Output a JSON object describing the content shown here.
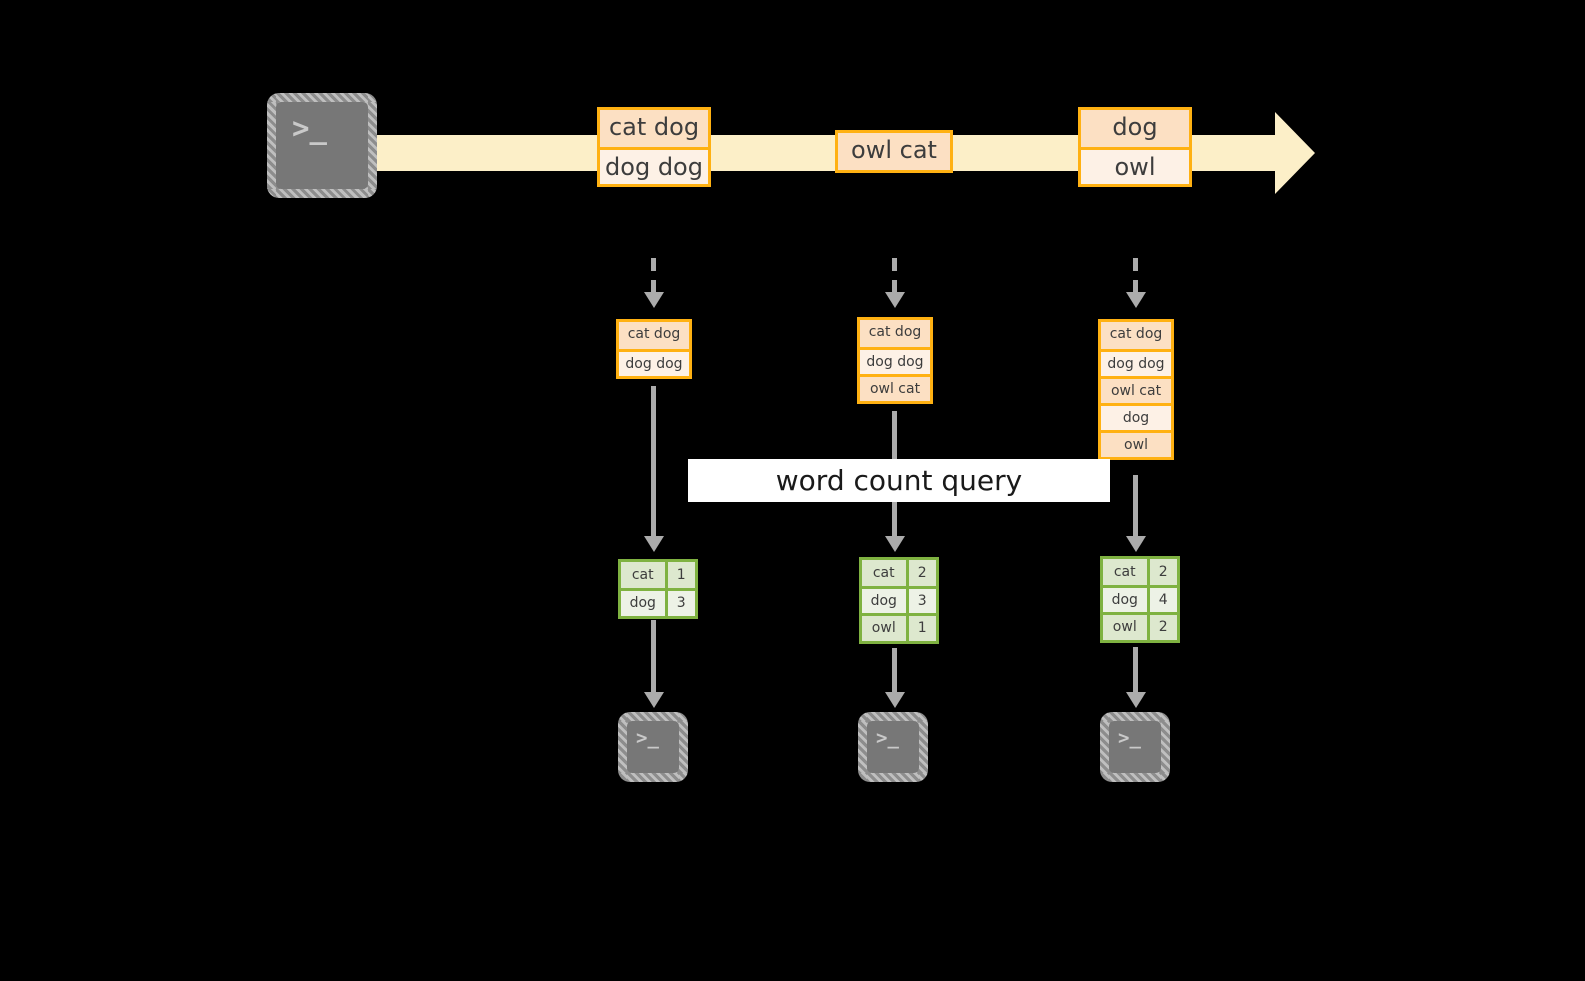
{
  "diagram": {
    "title": "word count query",
    "colors": {
      "record_border": "#FFB112",
      "record_fill_dark": "#FCE0C3",
      "record_fill_light": "#FDF1E6",
      "timeline_band": "#FCEFC8",
      "result_border": "#7FB241",
      "result_fill_dark": "#DDE8CE",
      "result_fill_light": "#EDF2E6",
      "arrow_gray": "#ABABAB",
      "terminal_gray": "#777777",
      "label_background": "#FFFFFF",
      "canvas_background": "#000000"
    },
    "terminal_prompt": ">_",
    "icons": {
      "producer_terminal": "terminal-icon",
      "consumer_terminal": "terminal-icon",
      "stream_arrow": "arrow-right-icon",
      "ingest_arrow": "arrow-down-dashed-icon",
      "query_arrow": "arrow-down-icon",
      "output_arrow": "arrow-down-icon"
    },
    "timeline": {
      "producer_label": ">_",
      "events": [
        {
          "id": "event-1",
          "rows": [
            "cat dog",
            "dog dog"
          ]
        },
        {
          "id": "event-2",
          "rows": [
            "owl cat"
          ]
        },
        {
          "id": "event-3",
          "rows": [
            "dog",
            "owl"
          ]
        }
      ]
    },
    "snapshots": [
      {
        "id": "snapshot-1",
        "rows": [
          "cat dog",
          "dog dog"
        ]
      },
      {
        "id": "snapshot-2",
        "rows": [
          "cat dog",
          "dog dog",
          "owl cat"
        ]
      },
      {
        "id": "snapshot-3",
        "rows": [
          "cat dog",
          "dog dog",
          "owl cat",
          "dog",
          "owl"
        ]
      }
    ],
    "query_label": "word count query",
    "results": [
      {
        "id": "result-1",
        "rows": [
          {
            "word": "cat",
            "count": "1"
          },
          {
            "word": "dog",
            "count": "3"
          }
        ]
      },
      {
        "id": "result-2",
        "rows": [
          {
            "word": "cat",
            "count": "2"
          },
          {
            "word": "dog",
            "count": "3"
          },
          {
            "word": "owl",
            "count": "1"
          }
        ]
      },
      {
        "id": "result-3",
        "rows": [
          {
            "word": "cat",
            "count": "2"
          },
          {
            "word": "dog",
            "count": "4"
          },
          {
            "word": "owl",
            "count": "2"
          }
        ]
      }
    ]
  }
}
